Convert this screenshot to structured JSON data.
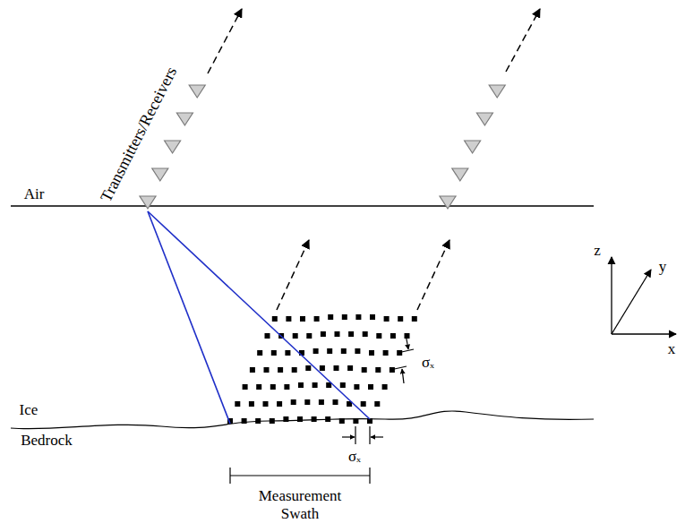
{
  "diagram": {
    "labels": [
      "Transmitters/Receivers",
      "Air",
      "z",
      "y",
      "x",
      "σₓ",
      "Ice",
      "Bedrock",
      "σₓ",
      "Measurement Swath"
    ]
  }
}
